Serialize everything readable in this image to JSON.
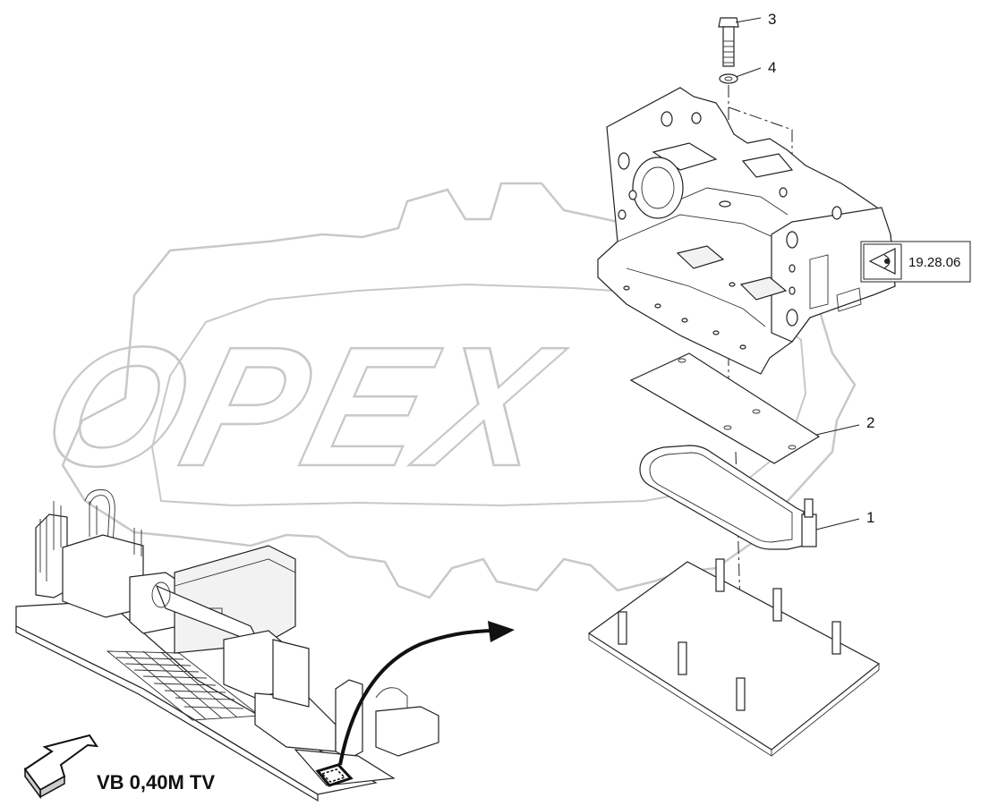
{
  "watermark": {
    "text": "OPEX",
    "color": "#c8c8c8"
  },
  "callouts": [
    {
      "id": "1",
      "label": "1"
    },
    {
      "id": "2",
      "label": "2"
    },
    {
      "id": "3",
      "label": "3"
    },
    {
      "id": "4",
      "label": "4"
    }
  ],
  "reference_box": {
    "icon": "eye-icon",
    "label": "19.28.06"
  },
  "caption": {
    "label": "VB 0,40M TV"
  },
  "colors": {
    "line": "#222222",
    "watermark": "#c8c8c8",
    "background": "#ffffff"
  }
}
